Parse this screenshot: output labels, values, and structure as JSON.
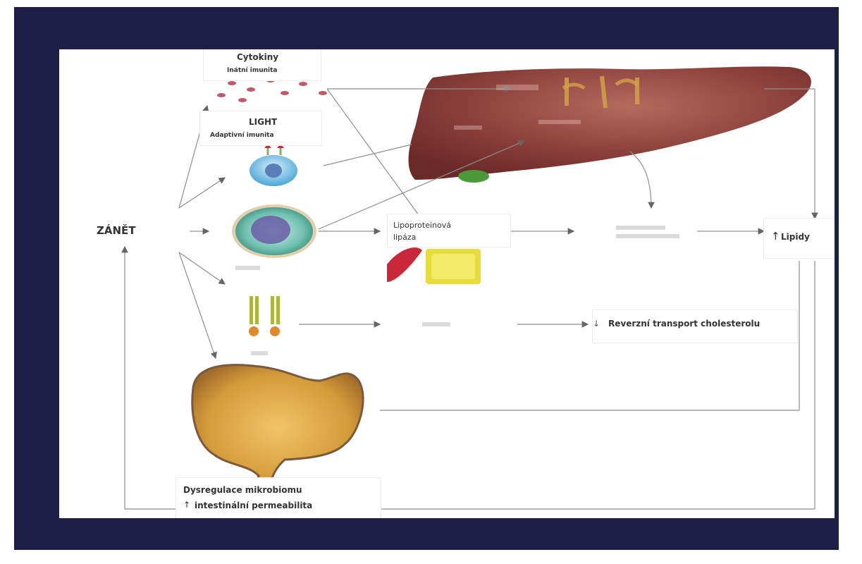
{
  "labels": {
    "zanet": "ZÁNĚT",
    "cytokiny": "Cytokiny",
    "inatni_imunita": "Inátní imunita",
    "light": "LIGHT",
    "adaptivni_imunita": "Adaptivní imunita",
    "lipoproteinova": "Lipoproteinová",
    "lipaza": "lipáza",
    "lipidy": "Lipidy",
    "reverzni_transport": "Reverzní transport cholesterolu",
    "dysregulace": "Dysregulace mikrobiomu",
    "permeabilita": "intestinální permeabilita"
  },
  "symbols": {
    "up_arrow": "↑",
    "small_up_arrow": "↑",
    "down_arrow": "↓"
  },
  "colors": {
    "frame": "#1e1d45",
    "liver": "#8a3f3a",
    "gallbladder": "#4a9a3a",
    "colon": "#d49b3a",
    "cell_teal": "#5fb7a6",
    "cell_nucleus": "#6a5da8",
    "receptor_orange": "#e08a2a",
    "receptor_green": "#a7b83a",
    "line": "#9a9a9a"
  },
  "icons": [
    "cytokine-dots",
    "light-receptor-cell",
    "t-cell",
    "tlr-receptors",
    "liver",
    "gallbladder",
    "pancreas",
    "adipose-tissue",
    "colon"
  ]
}
